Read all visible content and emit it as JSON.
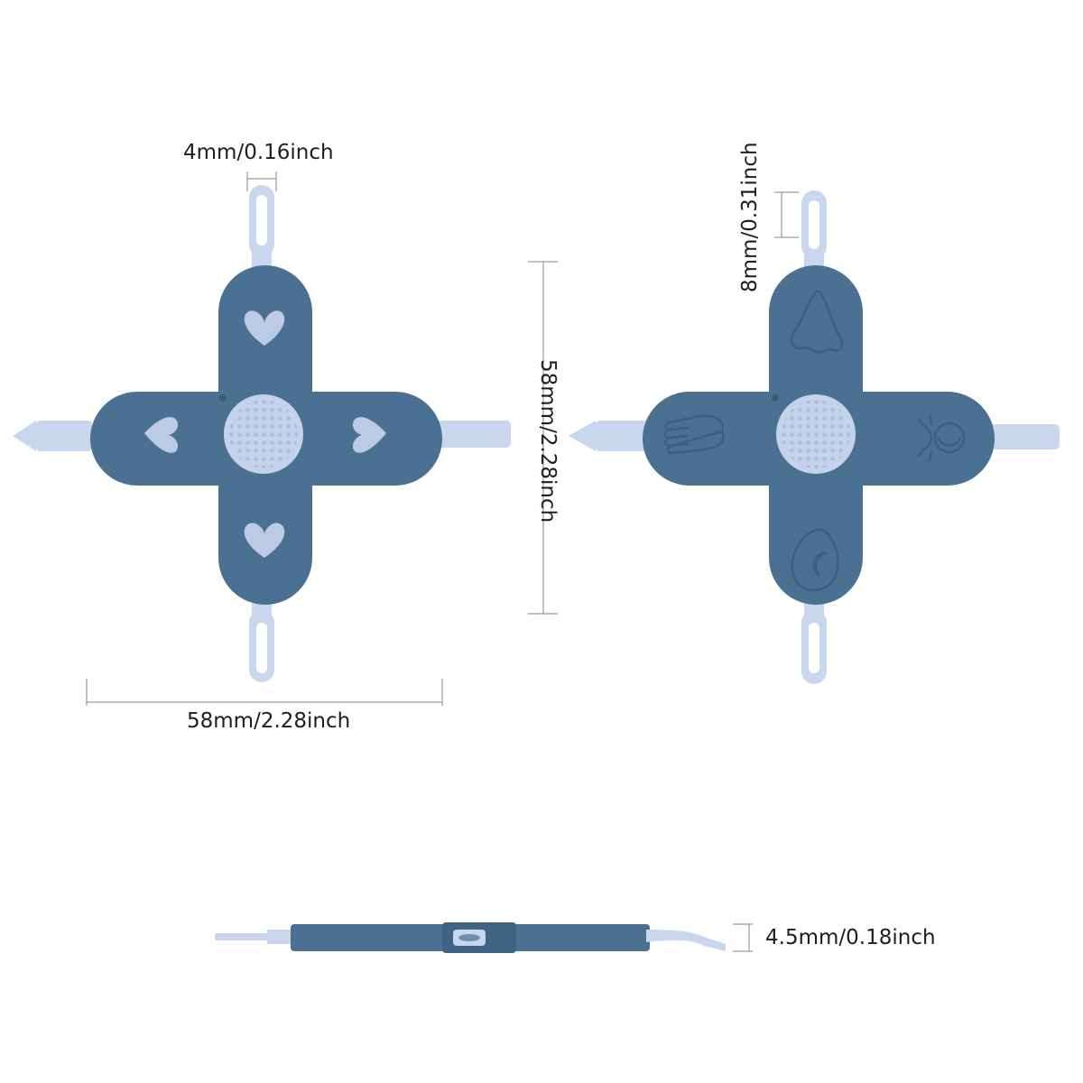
{
  "dimensions": {
    "tip_width": "4mm/0.16inch",
    "height": "58mm/2.28inch",
    "width": "58mm/2.28inch",
    "tip_length": "8mm/0.31inch",
    "thickness": "4.5mm/0.18inch"
  },
  "colors": {
    "body": "#4a7192",
    "body_dark": "#3f6483",
    "tip": "#c9d7ee",
    "tip_edge": "#b4c5e2",
    "button": "#c5d3ea",
    "line": "#9a9a9a"
  },
  "icons": {
    "front": [
      "heart-icon",
      "heart-icon",
      "heart-icon",
      "heart-icon"
    ],
    "back": [
      "nose-icon",
      "hand-icon",
      "eye-icon",
      "ear-icon"
    ]
  }
}
